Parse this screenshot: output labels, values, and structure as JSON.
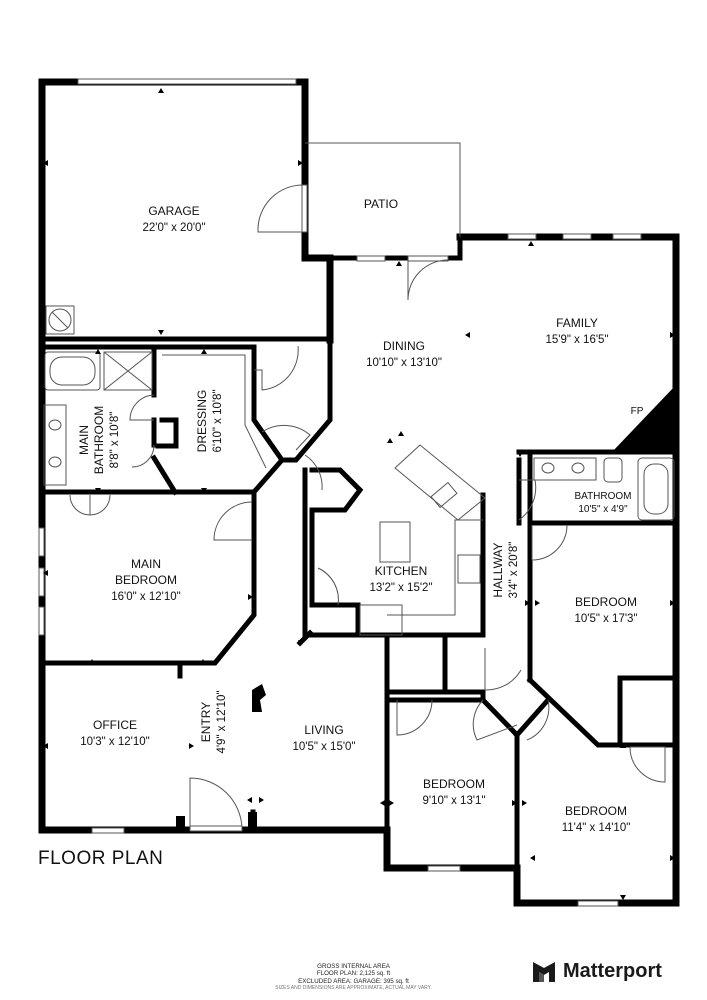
{
  "title": "FLOOR PLAN",
  "rooms": {
    "garage": {
      "name": "GARAGE",
      "dim": "22'0\" x 20'0\""
    },
    "patio": {
      "name": "PATIO"
    },
    "dining": {
      "name": "DINING",
      "dim": "10'10\" x 13'10\""
    },
    "family": {
      "name": "FAMILY",
      "dim": "15'9\" x 16'5\""
    },
    "fp": {
      "name": "FP"
    },
    "main_bathroom": {
      "name1": "MAIN",
      "name2": "BATHROOM",
      "dim": "8'8\" x 10'8\""
    },
    "dressing": {
      "name": "DRESSING",
      "dim": "6'10\" x 10'8\""
    },
    "bathroom": {
      "name": "BATHROOM",
      "dim": "10'5\" x 4'9\""
    },
    "main_bedroom": {
      "name1": "MAIN",
      "name2": "BEDROOM",
      "dim": "16'0\" x 12'10\""
    },
    "kitchen": {
      "name": "KITCHEN",
      "dim": "13'2\" x 15'2\""
    },
    "hallway": {
      "name": "HALLWAY",
      "dim": "3'4\" x 20'8\""
    },
    "bedroom_right": {
      "name": "BEDROOM",
      "dim": "10'5\" x 17'3\""
    },
    "office": {
      "name": "OFFICE",
      "dim": "10'3\" x 12'10\""
    },
    "entry": {
      "name": "ENTRY",
      "dim": "4'9\" x 12'10\""
    },
    "living": {
      "name": "LIVING",
      "dim": "10'5\" x 15'0\""
    },
    "bedroom_middle": {
      "name": "BEDROOM",
      "dim": "9'10\" x 13'1\""
    },
    "bedroom_lower": {
      "name": "BEDROOM",
      "dim": "11'4\" x 14'10\""
    }
  },
  "footer": {
    "line1": "GROSS INTERNAL AREA",
    "line2": "FLOOR PLAN: 2,125 sq. ft",
    "line3": "EXCLUDED AREA: GARAGE: 395 sq. ft",
    "line4": "SIZES AND DIMENSIONS ARE APPROXIMATE, ACTUAL MAY VARY."
  },
  "brand": {
    "name": "Matterport",
    "icon": "matterport-logo-icon"
  },
  "colors": {
    "wall": "#000000",
    "thin": "#555555",
    "background": "#ffffff"
  }
}
